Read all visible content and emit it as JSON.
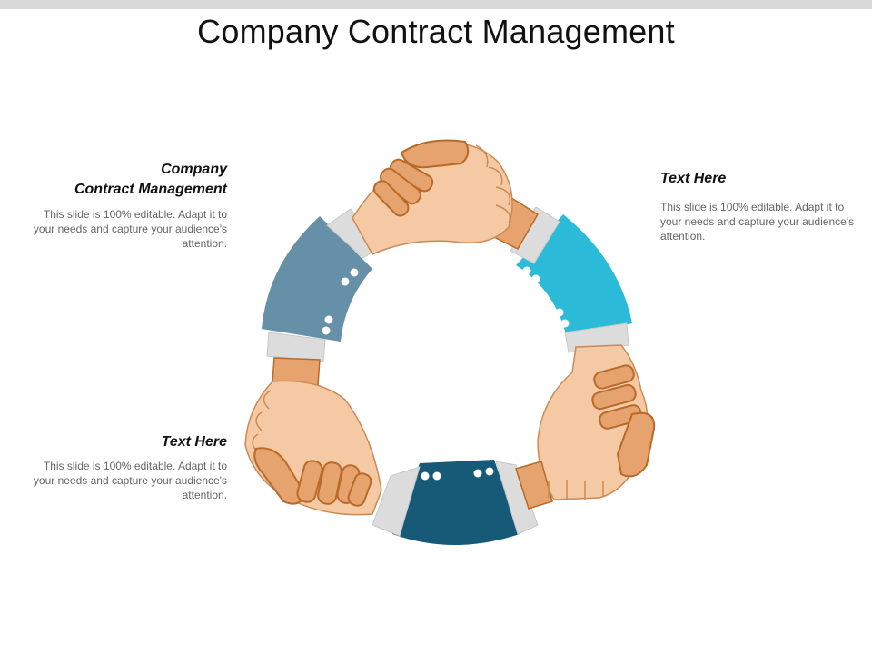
{
  "title": "Company Contract Management",
  "blocks": {
    "left_top": {
      "heading": "Company\nContract Management",
      "body": "This slide is 100% editable. Adapt it to your needs and capture your audience's attention."
    },
    "left_bottom": {
      "heading": "Text Here",
      "body": "This slide is 100% editable. Adapt it to your needs and capture your audience's attention."
    },
    "right_top": {
      "heading": "Text Here",
      "body": "This slide is 100% editable. Adapt it to your needs and capture your audience's attention."
    }
  },
  "colors": {
    "sleeve_grey_blue": "#6690a8",
    "sleeve_cyan": "#2bbbd8",
    "sleeve_navy": "#165a78",
    "cuff": "#dcdcdc",
    "skin_light": "#f5c9a3",
    "skin_dark": "#e7a36d",
    "outline": "#b86a2a"
  }
}
